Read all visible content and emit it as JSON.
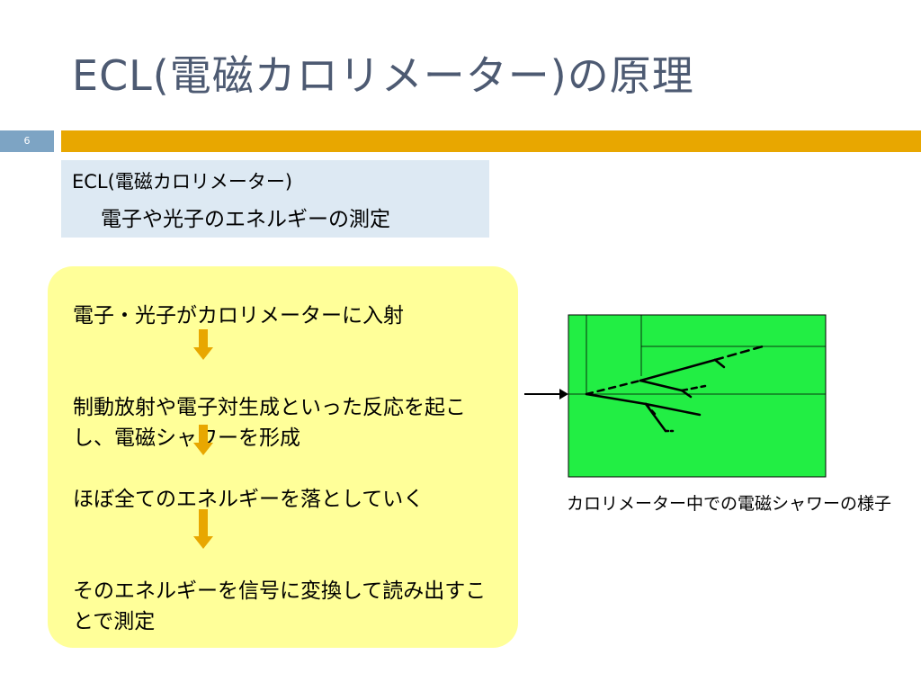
{
  "slide": {
    "title": "ECL(電磁カロリメーター)の原理",
    "page_number": "6"
  },
  "definition": {
    "heading": "ECL(電磁カロリメーター)",
    "text": "電子や光子のエネルギーの測定"
  },
  "steps": [
    "電子・光子がカロリメーターに入射",
    "制動放射や電子対生成といった反応を起こし、電磁シャワーを形成",
    "ほぼ全てのエネルギーを落としていく",
    "そのエネルギーを信号に変換して読み出すことで測定"
  ],
  "diagram": {
    "caption": "カロリメーター中での電磁シャワーの様子",
    "colors": {
      "calorimeter_fill": "#22ee44",
      "arrow": "#e8a700",
      "bar_accent": "#e8a700",
      "bar_left": "#7da4c4",
      "box_bg": "#dde9f3",
      "yellow_box": "#ffff99"
    }
  }
}
